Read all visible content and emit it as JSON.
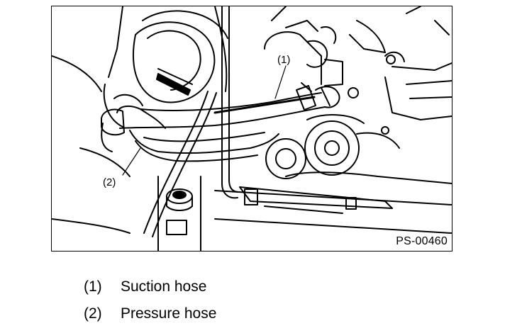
{
  "figure": {
    "code": "PS-00460",
    "callouts": [
      {
        "id": "1",
        "text": "(1)"
      },
      {
        "id": "2",
        "text": "(2)"
      }
    ]
  },
  "legend": [
    {
      "num": "(1)",
      "label": "Suction hose"
    },
    {
      "num": "(2)",
      "label": "Pressure hose"
    }
  ]
}
